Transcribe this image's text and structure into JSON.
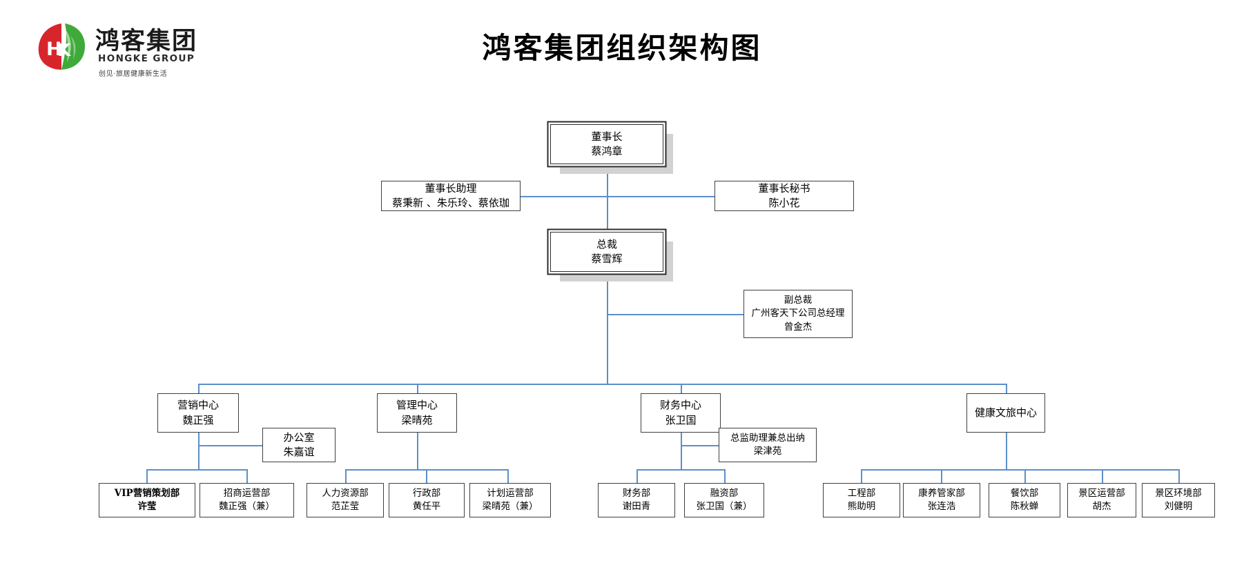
{
  "brand": {
    "logo_icon": "hongke-leaf-logo",
    "monogram": "HK",
    "name_cn": "鸿客集团",
    "name_en": "HONGKE GROUP",
    "slogan": "创见·旅居健康新生活",
    "red": "#d8252c",
    "green": "#3faa39"
  },
  "title": "鸿客集团组织架构图",
  "colors": {
    "connector": "#5b8fc9",
    "box_border": "#3f3f3f",
    "exec_border": "#2c2c2c",
    "shadow": "#d2d2d2"
  },
  "org": {
    "chairman": {
      "role": "董事长",
      "person": "蔡鸿章"
    },
    "chairman_assistant": {
      "role": "董事长助理",
      "person": "蔡秉新 、朱乐玲、蔡依珈"
    },
    "chairman_secretary": {
      "role": "董事长秘书",
      "person": "陈小花"
    },
    "president": {
      "role": "总裁",
      "person": "蔡雪辉"
    },
    "vice_president": {
      "role": "副总裁",
      "role2": "广州客天下公司总经理",
      "person": "曾金杰"
    },
    "centers": [
      {
        "id": "marketing",
        "role": "营销中心",
        "person": "魏正强",
        "staff": {
          "role": "办公室",
          "person": "朱嘉谊"
        },
        "departments": [
          {
            "role": "VIP营销策划部",
            "person": "许莹",
            "bold": true
          },
          {
            "role": "招商运营部",
            "person": "魏正强（兼）"
          }
        ]
      },
      {
        "id": "management",
        "role": "管理中心",
        "person": "梁晴苑",
        "departments": [
          {
            "role": "人力资源部",
            "person": "范芷莹"
          },
          {
            "role": "行政部",
            "person": "黄任平"
          },
          {
            "role": "计划运营部",
            "person": "梁晴苑（兼）"
          }
        ]
      },
      {
        "id": "finance",
        "role": "财务中心",
        "person": "张卫国",
        "staff": {
          "role": "总监助理兼总出纳",
          "person": "梁津苑"
        },
        "departments": [
          {
            "role": "财务部",
            "person": "谢田青"
          },
          {
            "role": "融资部",
            "person": "张卫国（兼）"
          }
        ]
      },
      {
        "id": "health-tourism",
        "role": "健康文旅中心",
        "person": "",
        "departments": [
          {
            "role": "工程部",
            "person": "熊助明"
          },
          {
            "role": "康养管家部",
            "person": "张连浩"
          },
          {
            "role": "餐饮部",
            "person": "陈秋蝉"
          },
          {
            "role": "景区运营部",
            "person": "胡杰"
          },
          {
            "role": "景区环境部",
            "person": "刘健明"
          }
        ]
      }
    ]
  }
}
